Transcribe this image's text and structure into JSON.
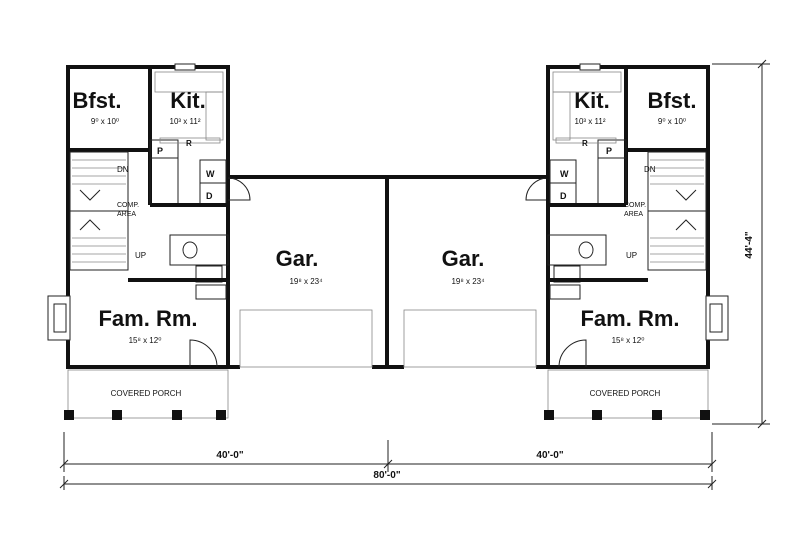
{
  "units": {
    "left": {
      "bfst": {
        "name": "Bfst.",
        "size": "9⁰ x 10⁰"
      },
      "kit": {
        "name": "Kit.",
        "size": "10³ x 11²"
      },
      "fam": {
        "name": "Fam. Rm.",
        "size": "15⁸ x 12⁰"
      },
      "gar": {
        "name": "Gar.",
        "size": "19⁸ x 23⁴"
      },
      "porch": "COVERED PORCH",
      "dn": "DN",
      "up": "UP",
      "comp": "COMP.",
      "area": "AREA",
      "p": "P",
      "r": "R",
      "w": "W",
      "d": "D"
    },
    "right": {
      "bfst": {
        "name": "Bfst.",
        "size": "9⁰ x 10⁰"
      },
      "kit": {
        "name": "Kit.",
        "size": "10³ x 11²"
      },
      "fam": {
        "name": "Fam. Rm.",
        "size": "15⁸ x 12⁰"
      },
      "gar": {
        "name": "Gar.",
        "size": "19⁸ x 23⁴"
      },
      "porch": "COVERED PORCH",
      "dn": "DN",
      "up": "UP",
      "comp": "COMP.",
      "area": "AREA",
      "p": "P",
      "r": "R",
      "w": "W",
      "d": "D"
    }
  },
  "dimensions": {
    "left_width": "40'-0\"",
    "right_width": "40'-0\"",
    "total_width": "80'-0\"",
    "depth": "44'-4\""
  }
}
